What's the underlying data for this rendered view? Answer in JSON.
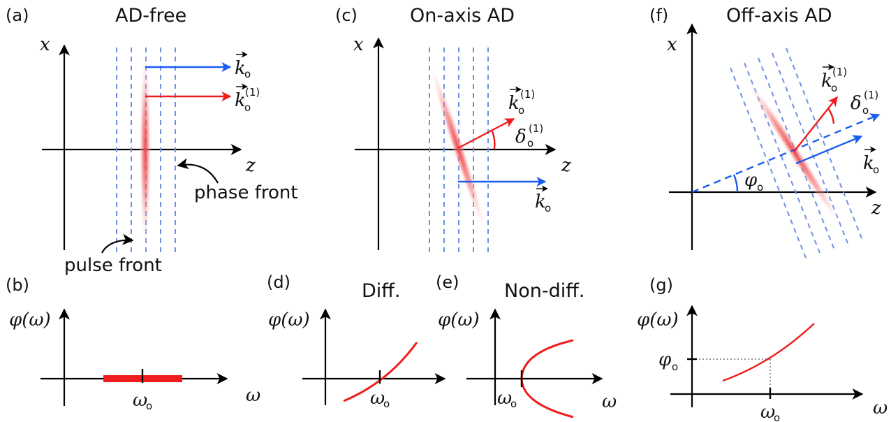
{
  "colors": {
    "axis": "#000000",
    "phase_front": "#6f8fe6",
    "wave_vector_blue": "#1a5cf0",
    "wave_vector_red": "#ee1c1c",
    "pulse": "#f05a5a"
  },
  "panels": {
    "a": {
      "label": "(a)",
      "title": "AD-free",
      "x_axis": "x",
      "z_axis": "z",
      "annotations": {
        "phase_front": "phase front",
        "pulse_front": "pulse front"
      },
      "k": "k",
      "k_sub": "o",
      "k1_sup": "(1)"
    },
    "b": {
      "label": "(b)",
      "y_axis": "φ(ω)",
      "x_axis": "ω",
      "tick": "ω",
      "tick_sub": "o"
    },
    "c": {
      "label": "(c)",
      "title": "On-axis AD",
      "x_axis": "x",
      "z_axis": "z",
      "k": "k",
      "k_sub": "o",
      "k1_sup": "(1)",
      "delta": "δ",
      "delta_sub": "o",
      "delta_sup": "(1)"
    },
    "d": {
      "label": "(d)",
      "title": "Diff.",
      "y_axis": "φ(ω)",
      "tick": "ω",
      "tick_sub": "o"
    },
    "e": {
      "label": "(e)",
      "title": "Non-diff.",
      "y_axis": "φ(ω)",
      "x_axis": "ω",
      "tick": "ω",
      "tick_sub": "o"
    },
    "f": {
      "label": "(f)",
      "title": "Off-axis AD",
      "x_axis": "x",
      "z_axis": "z",
      "k": "k",
      "k_sub": "o",
      "k1_sup": "(1)",
      "delta": "δ",
      "delta_sub": "o",
      "delta_sup": "(1)",
      "phi": "φ",
      "phi_sub": "o"
    },
    "g": {
      "label": "(g)",
      "y_axis": "φ(ω)",
      "x_axis": "ω",
      "tick": "ω",
      "tick_sub": "o",
      "ytick": "φ",
      "ytick_sub": "o"
    }
  }
}
